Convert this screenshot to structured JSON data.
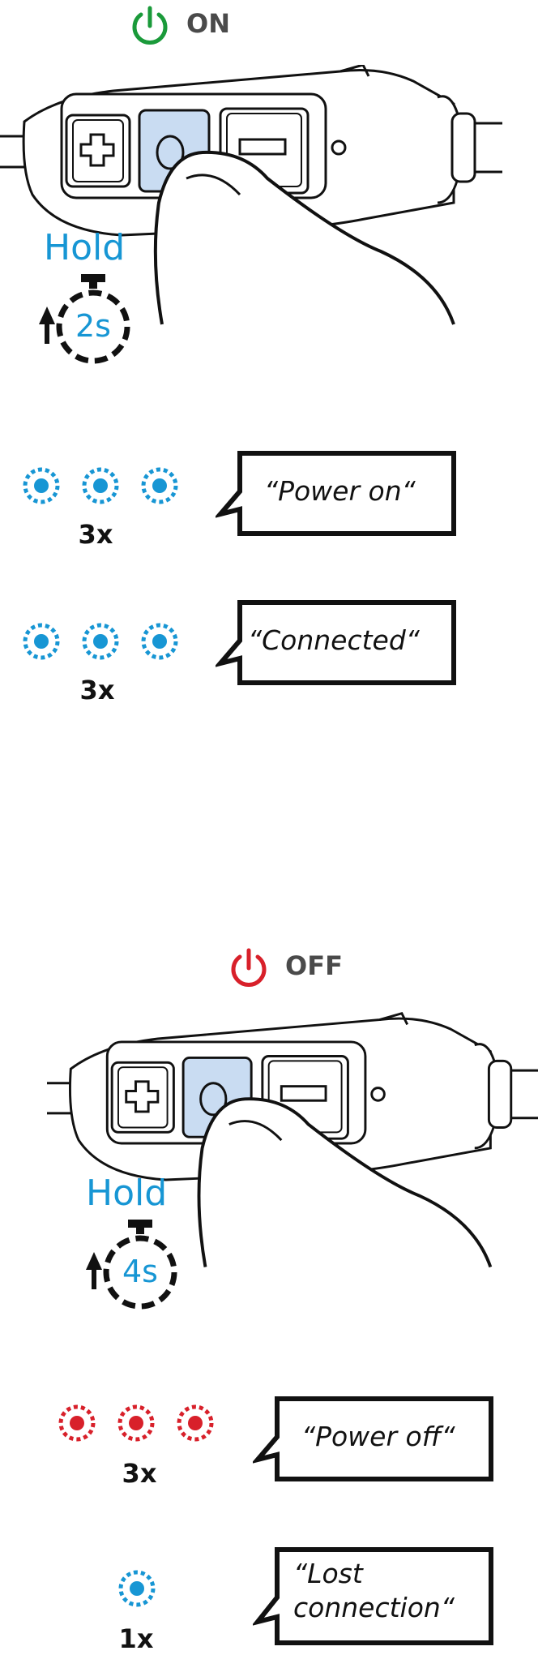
{
  "on": {
    "mode_label": "ON",
    "hold_label": "Hold",
    "duration": "2s",
    "indicators": [
      {
        "count": "3x",
        "color": "#1796d4",
        "quote": "“Power on“"
      },
      {
        "count": "3x",
        "color": "#1796d4",
        "quote": "“Connected“"
      }
    ],
    "icon_color": "#1a9a3a"
  },
  "off": {
    "mode_label": "OFF",
    "hold_label": "Hold",
    "duration": "4s",
    "indicators": [
      {
        "count": "3x",
        "color": "#d8202a",
        "quote": "“Power off“"
      },
      {
        "count": "1x",
        "color": "#1796d4",
        "quote": "“Lost\nconnection“"
      }
    ],
    "icon_color": "#d8202a"
  },
  "colors": {
    "accent_blue": "#1796d4",
    "button_fill": "#c9dcf2"
  }
}
